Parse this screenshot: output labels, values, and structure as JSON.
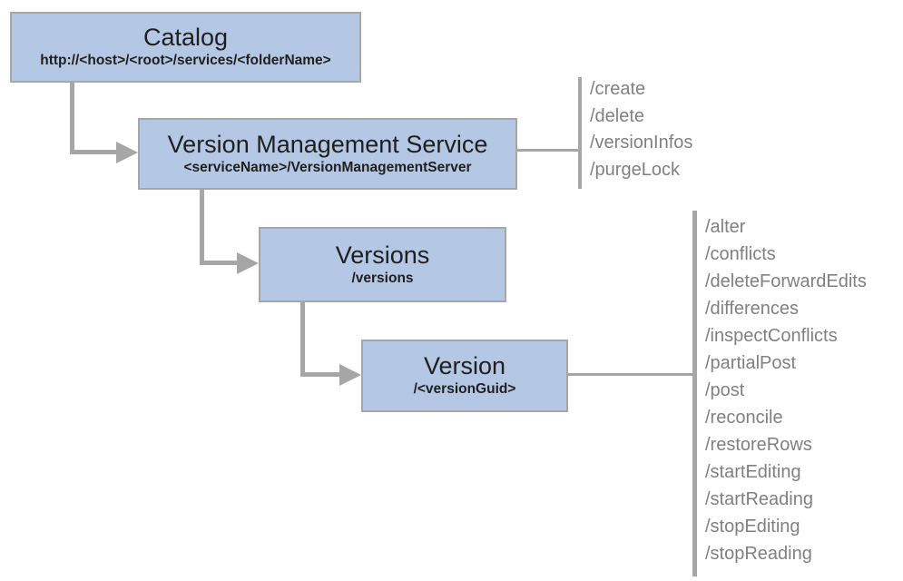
{
  "nodes": {
    "catalog": {
      "title": "Catalog",
      "subtitle": "http://<host>/<root>/services/<folderName>"
    },
    "vms": {
      "title": "Version Management Service",
      "subtitle": "<serviceName>/VersionManagementServer"
    },
    "versions": {
      "title": "Versions",
      "subtitle": "/versions"
    },
    "version": {
      "title": "Version",
      "subtitle": "/<versionGuid>"
    }
  },
  "operations": {
    "vms": [
      "/create",
      "/delete",
      "/versionInfos",
      "/purgeLock"
    ],
    "version": [
      "/alter",
      "/conflicts",
      "/deleteForwardEdits",
      "/differences",
      "/inspectConflicts",
      "/partialPost",
      "/post",
      "/reconcile",
      "/restoreRows",
      "/startEditing",
      "/startReading",
      "/stopEditing",
      "/stopReading"
    ]
  },
  "colors": {
    "node_fill": "#b4c7e4",
    "node_border": "#a6a6a6",
    "connector": "#a6a6a6",
    "node_text": "#1f1f1f",
    "operation_text": "#808080"
  }
}
